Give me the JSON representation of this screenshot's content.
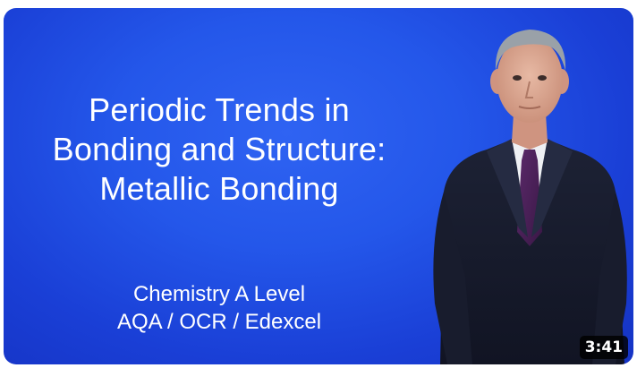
{
  "thumbnail": {
    "title_lines": [
      "Periodic Trends in",
      "Bonding and Structure:",
      "Metallic Bonding"
    ],
    "subtitle_lines": [
      "Chemistry A Level",
      "AQA / OCR / Edexcel"
    ],
    "duration": "3:41",
    "presenter_icon": "presenter-figure"
  },
  "colors": {
    "background": "#2457ea",
    "text": "#ffffff",
    "duration_badge": "#000000"
  }
}
